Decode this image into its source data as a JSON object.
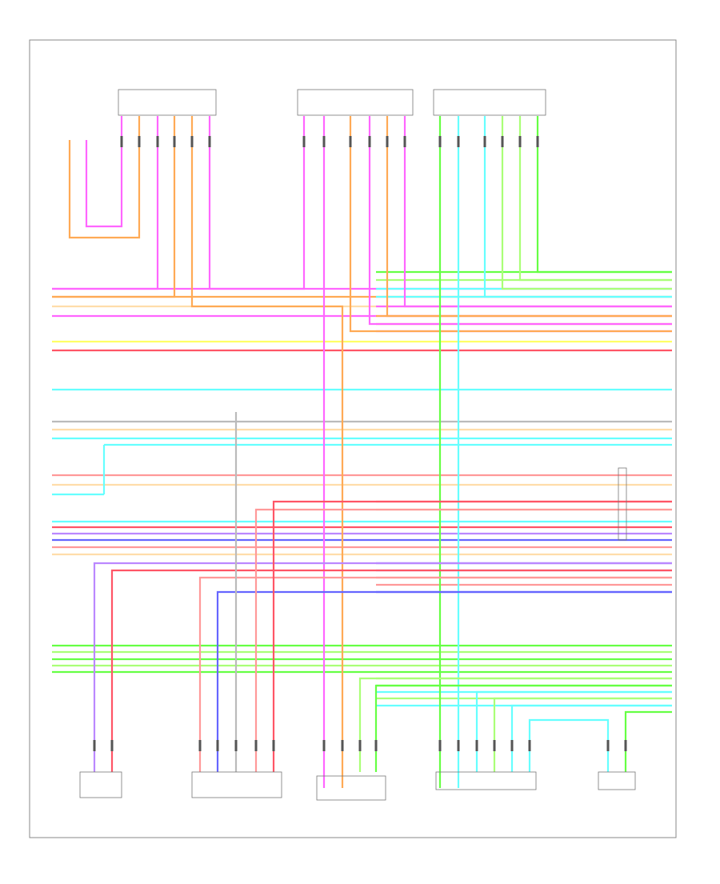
{
  "diagram": {
    "footer_id": "",
    "components": [
      {
        "id": "left_small",
        "lines": [
          "",
          "",
          "",
          "",
          "",
          "",
          "",
          ""
        ]
      },
      {
        "id": "tl",
        "lines": [
          "",
          "",
          "",
          ""
        ]
      },
      {
        "id": "tm",
        "lines": [
          "",
          "",
          "",
          ""
        ]
      },
      {
        "id": "tr",
        "lines": [
          "",
          "",
          "",
          ""
        ]
      },
      {
        "id": "legend",
        "lines": [
          "",
          ""
        ]
      },
      {
        "id": "b1",
        "lines": [
          "",
          "",
          "",
          "",
          ""
        ]
      },
      {
        "id": "b2",
        "lines": [
          ""
        ]
      },
      {
        "id": "b3",
        "lines": [
          "",
          ""
        ]
      },
      {
        "id": "b4",
        "lines": [
          "",
          "",
          "",
          "",
          "",
          "",
          ""
        ]
      },
      {
        "id": "b5",
        "lines": [
          "",
          "",
          "",
          ""
        ]
      }
    ],
    "colors": {
      "pink": "#ff66ff",
      "orange": "#ffaa55",
      "yellow": "#ffff66",
      "red": "#ff5566",
      "lt_red": "#ff9999",
      "cyan": "#66ffff",
      "green": "#66ff44",
      "lt_green": "#aaff77",
      "blue": "#6666ff",
      "violet": "#bb88ff",
      "grey": "#bbbbbb",
      "tan": "#ffddaa"
    }
  }
}
